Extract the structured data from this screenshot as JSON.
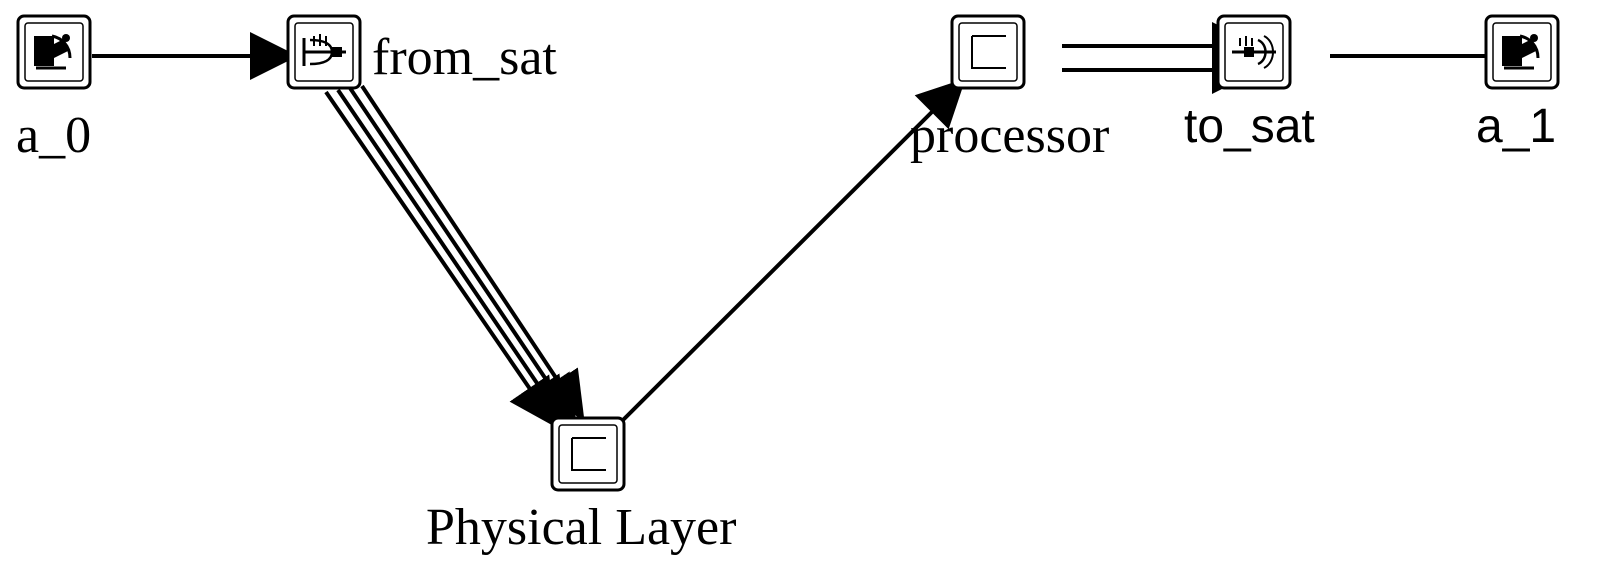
{
  "diagram": {
    "nodes": [
      {
        "id": "a_0",
        "label": "a_0",
        "icon": "satellite-dish-icon"
      },
      {
        "id": "from_sat",
        "label": "from_sat",
        "icon": "receiver-antenna-icon"
      },
      {
        "id": "physical_layer",
        "label": "Physical Layer",
        "icon": "processor-module-icon"
      },
      {
        "id": "processor",
        "label": "processor",
        "icon": "processor-module-icon"
      },
      {
        "id": "to_sat",
        "label": "to_sat",
        "icon": "transmitter-antenna-icon"
      },
      {
        "id": "a_1",
        "label": "a_1",
        "icon": "satellite-dish-icon"
      }
    ],
    "edges": [
      {
        "from": "a_0",
        "to": "from_sat",
        "count": 1
      },
      {
        "from": "from_sat",
        "to": "physical_layer",
        "count": 4
      },
      {
        "from": "physical_layer",
        "to": "processor",
        "count": 1
      },
      {
        "from": "processor",
        "to": "to_sat",
        "count": 2
      },
      {
        "from": "to_sat",
        "to": "a_1",
        "count": 1
      }
    ],
    "colors": {
      "line": "#000000",
      "background": "#ffffff"
    }
  }
}
